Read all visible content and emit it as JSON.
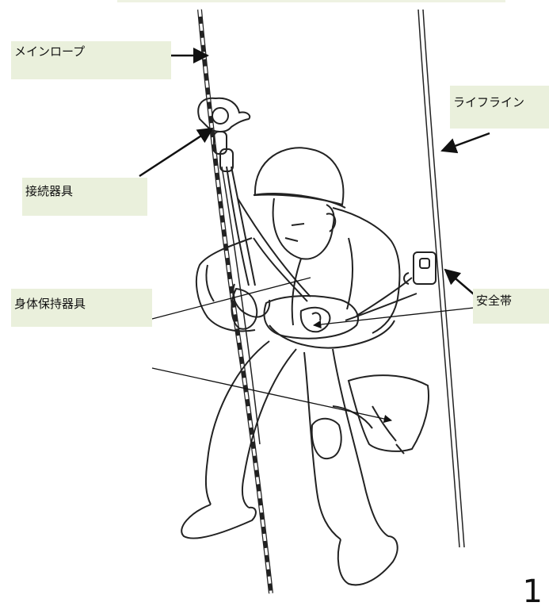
{
  "labels": {
    "main_rope": "メインロープ",
    "lifeline": "ライフライン",
    "connector": "接続器具",
    "body_holder": "身体保持器具",
    "harness": "安全帯"
  },
  "page_number": "1",
  "colors": {
    "label_background": "#eaf0dc",
    "line": "#222222"
  }
}
